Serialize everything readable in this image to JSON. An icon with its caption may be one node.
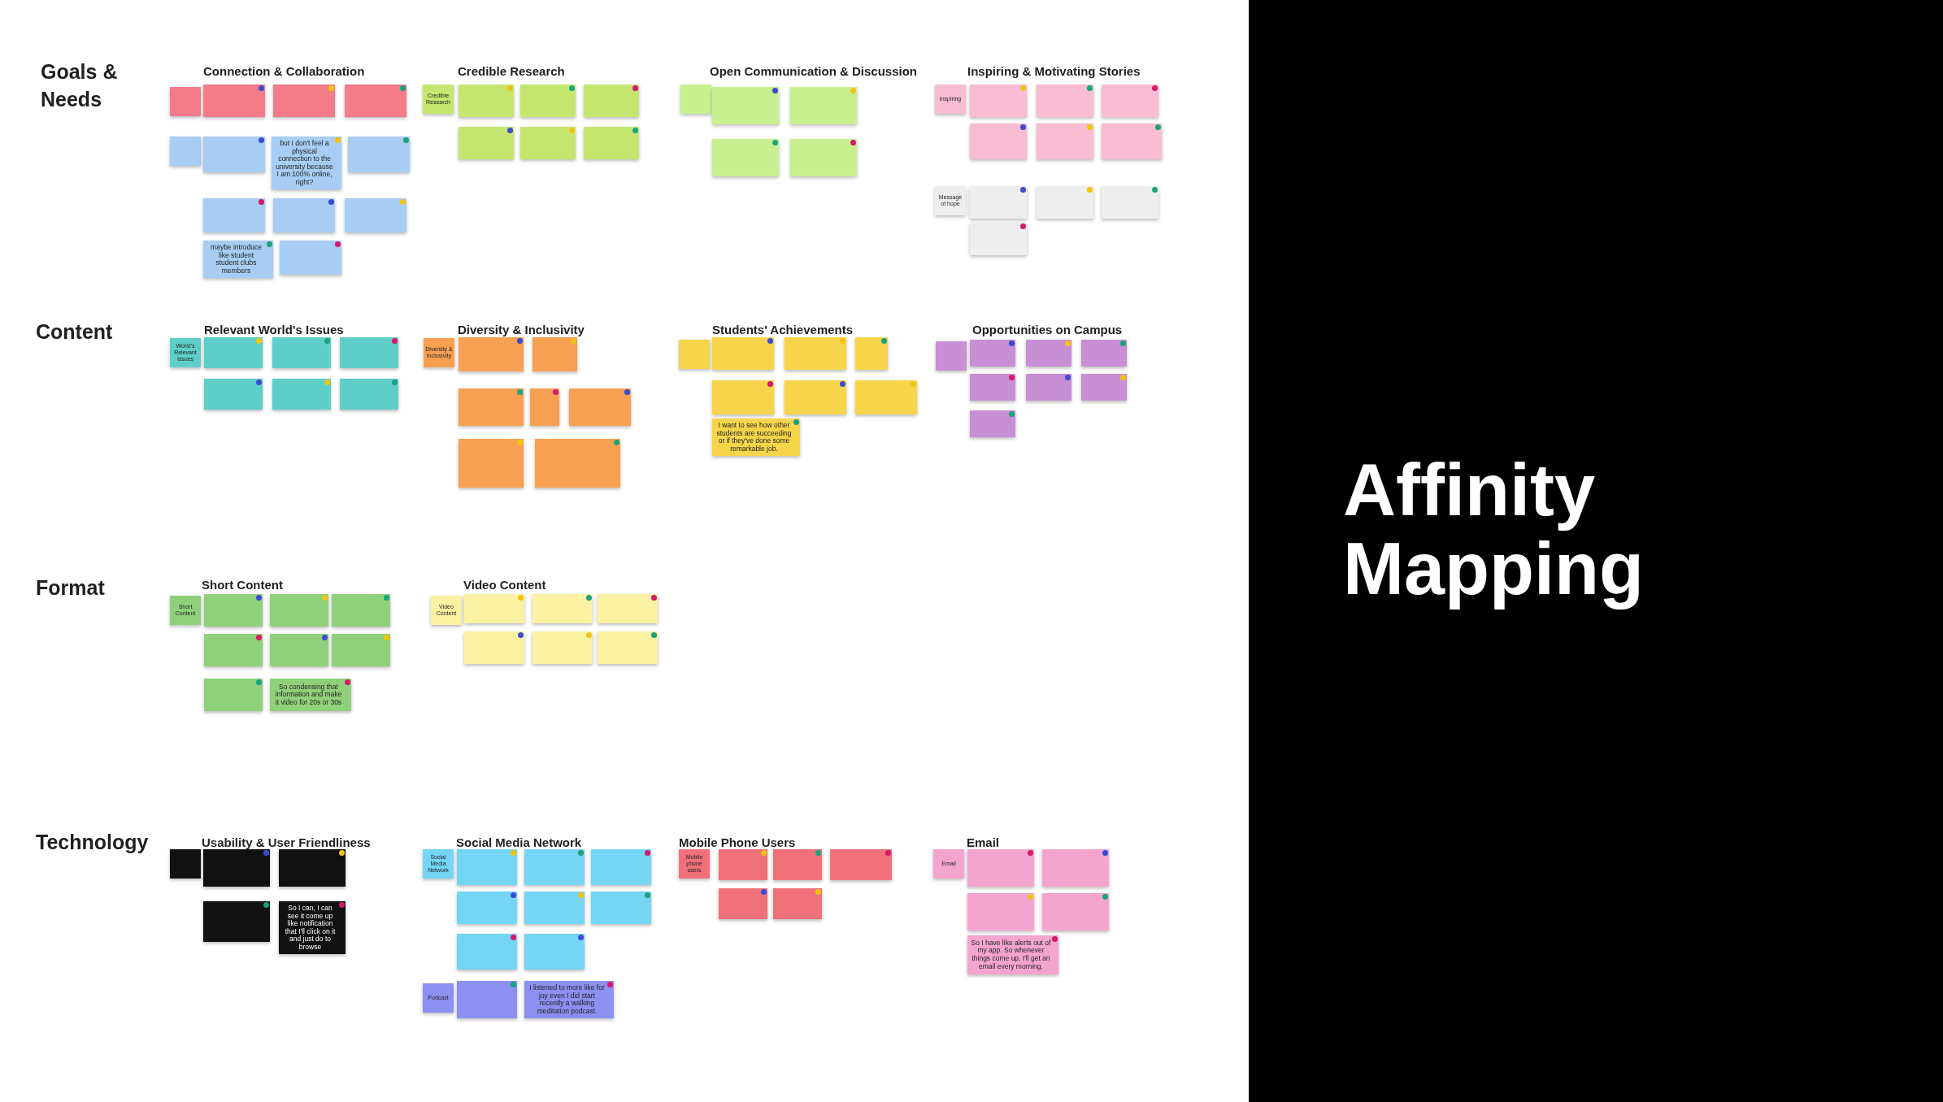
{
  "diagram": {
    "title": "Affinity Mapping",
    "nodes": [
      {
        "text": [],
        "shape": "box"
      },
      {
        "text": [],
        "shape": "box"
      },
      {
        "text": [],
        "shape": "box"
      },
      {
        "text": [],
        "shape": "box"
      },
      {
        "text": [],
        "shape": "box"
      },
      {
        "text": [],
        "shape": "box"
      },
      {
        "text": [
          "but I don't feel a physical connection to the university because I am 100% online, right?"
        ]
      },
      {
        "text": [],
        "shape": "box"
      },
      {
        "text": [],
        "shape": "box"
      },
      {
        "text": [],
        "shape": "box"
      },
      {
        "text": [],
        "shape": "box"
      },
      {
        "text": [
          "maybe introduce like student student clubs members"
        ]
      },
      {
        "text": [],
        "shape": "box"
      },
      {
        "text": [
          "Credible Research"
        ]
      },
      {
        "text": [],
        "shape": "box"
      },
      {
        "text": [],
        "shape": "box"
      },
      {
        "text": [],
        "shape": "box"
      },
      {
        "text": [],
        "shape": "box"
      },
      {
        "text": [],
        "shape": "box"
      },
      {
        "text": [],
        "shape": "box"
      },
      {
        "text": [],
        "shape": "box"
      },
      {
        "text": [],
        "shape": "box"
      },
      {
        "text": [],
        "shape": "box"
      },
      {
        "text": [],
        "shape": "box"
      },
      {
        "text": [],
        "shape": "box"
      },
      {
        "text": [
          "Inspiring"
        ]
      },
      {
        "text": [],
        "shape": "box"
      },
      {
        "text": [],
        "shape": "box"
      },
      {
        "text": [],
        "shape": "box"
      },
      {
        "text": [],
        "shape": "box"
      },
      {
        "text": [],
        "shape": "box"
      },
      {
        "text": [],
        "shape": "box"
      },
      {
        "text": [
          "Message of hope"
        ]
      },
      {
        "text": [],
        "shape": "box"
      },
      {
        "text": [],
        "shape": "box"
      },
      {
        "text": [],
        "shape": "box"
      },
      {
        "text": [],
        "shape": "box"
      },
      {
        "text": [
          "World's Relevant Issues"
        ]
      },
      {
        "text": [],
        "shape": "box"
      },
      {
        "text": [],
        "shape": "box"
      },
      {
        "text": [],
        "shape": "box"
      },
      {
        "text": [],
        "shape": "box"
      },
      {
        "text": [],
        "shape": "box"
      },
      {
        "text": [],
        "shape": "box"
      },
      {
        "text": [
          "Diversity & Inclusivity"
        ]
      },
      {
        "text": [],
        "shape": "box"
      },
      {
        "text": [],
        "shape": "box"
      },
      {
        "text": [],
        "shape": "box"
      },
      {
        "text": [],
        "shape": "box"
      },
      {
        "text": [],
        "shape": "box"
      },
      {
        "text": [],
        "shape": "box"
      },
      {
        "text": [],
        "shape": "box"
      },
      {
        "text": [],
        "shape": "box"
      },
      {
        "text": [],
        "shape": "box"
      },
      {
        "text": [],
        "shape": "box"
      },
      {
        "text": [],
        "shape": "box"
      },
      {
        "text": [],
        "shape": "box"
      },
      {
        "text": [],
        "shape": "box"
      },
      {
        "text": [],
        "shape": "box"
      },
      {
        "text": [
          "I want to see how other students are succeeding or if they've done some remarkable job."
        ]
      },
      {
        "text": [],
        "shape": "box"
      },
      {
        "text": [],
        "shape": "box"
      },
      {
        "text": [],
        "shape": "box"
      },
      {
        "text": [],
        "shape": "box"
      },
      {
        "text": [],
        "shape": "box"
      },
      {
        "text": [],
        "shape": "box"
      },
      {
        "text": [],
        "shape": "box"
      },
      {
        "text": [],
        "shape": "box"
      },
      {
        "text": [
          "Short Content"
        ]
      },
      {
        "text": [],
        "shape": "box"
      },
      {
        "text": [],
        "shape": "box"
      },
      {
        "text": [],
        "shape": "box"
      },
      {
        "text": [],
        "shape": "box"
      },
      {
        "text": [],
        "shape": "box"
      },
      {
        "text": [],
        "shape": "box"
      },
      {
        "text": [],
        "shape": "box"
      },
      {
        "text": [
          "So condensing that information and make it video for 20s or 30s"
        ]
      },
      {
        "text": [
          "Video Content"
        ]
      },
      {
        "text": [],
        "shape": "box"
      },
      {
        "text": [],
        "shape": "box"
      },
      {
        "text": [],
        "shape": "box"
      },
      {
        "text": [],
        "shape": "box"
      },
      {
        "text": [],
        "shape": "box"
      },
      {
        "text": [],
        "shape": "box"
      },
      {
        "text": [],
        "shape": "box"
      },
      {
        "text": [],
        "shape": "box"
      },
      {
        "text": [],
        "shape": "box"
      },
      {
        "text": [],
        "shape": "box"
      },
      {
        "text": [
          "So I can, I can see it come up like notification that I'll click on it and just do to browse"
        ]
      },
      {
        "text": [
          "Social Media Network"
        ]
      },
      {
        "text": [],
        "shape": "box"
      },
      {
        "text": [],
        "shape": "box"
      },
      {
        "text": [],
        "shape": "box"
      },
      {
        "text": [],
        "shape": "box"
      },
      {
        "text": [],
        "shape": "box"
      },
      {
        "text": [],
        "shape": "box"
      },
      {
        "text": [],
        "shape": "box"
      },
      {
        "text": [],
        "shape": "box"
      },
      {
        "text": [
          "Podcast"
        ]
      },
      {
        "text": [],
        "shape": "box"
      },
      {
        "text": [
          "I listened to more like for joy even I did start recently a walking meditation podcast."
        ]
      },
      {
        "text": [
          "Mobile phone users"
        ]
      },
      {
        "text": [],
        "shape": "box"
      },
      {
        "text": [],
        "shape": "box"
      },
      {
        "text": [],
        "shape": "box"
      },
      {
        "text": [],
        "shape": "box"
      },
      {
        "text": [],
        "shape": "box"
      },
      {
        "text": [
          "Email"
        ]
      },
      {
        "text": [],
        "shape": "box"
      },
      {
        "text": [],
        "shape": "box"
      },
      {
        "text": [],
        "shape": "box"
      },
      {
        "text": [],
        "shape": "box"
      },
      {
        "text": [
          "So I have like alerts out of my app. So whenever things come up, I'll get an email every morning."
        ]
      }
    ],
    "labels": [
      "Goals & Needs",
      "Connection & Collaboration",
      "Credible Research",
      "Open Communication & Discussion",
      "Inspiring & Motivating Stories",
      "Content",
      "Relevant World's Issues",
      "Diversity & Inclusivity",
      "Students' Achievements",
      "Opportunities on Campus",
      "Format",
      "Short Content",
      "Video Content",
      "Technology",
      "Usability & User Friendliness",
      "Social Media Network",
      "Mobile Phone Users",
      "Email"
    ]
  }
}
